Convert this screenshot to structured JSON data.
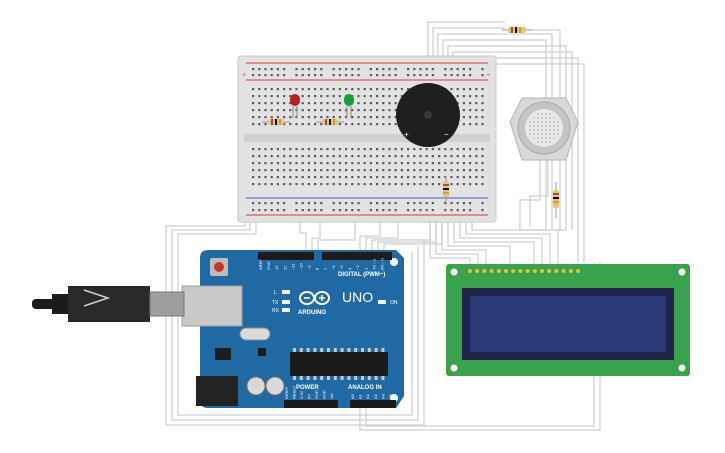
{
  "board": {
    "brand": "ARDUINO",
    "model": "UNO",
    "digital_header_label": "DIGITAL (PWM~)",
    "power_label": "POWER",
    "analog_label": "ANALOG IN",
    "power_pins": [
      "IOREF",
      "RESET",
      "3.3V",
      "5V",
      "GND",
      "GND",
      "Vin"
    ],
    "analog_pins": [
      "A0",
      "A1",
      "A2",
      "A3",
      "A4",
      "A5"
    ],
    "digital_pins": [
      "AREF",
      "GND",
      "13",
      "12",
      "~11",
      "~10",
      "~9",
      "8",
      "7",
      "~6",
      "~5",
      "4",
      "~3",
      "2",
      "TX→1",
      "RX←0"
    ],
    "led_labels": {
      "l": "L",
      "tx": "TX",
      "rx": "RX",
      "on": "ON"
    }
  },
  "buzzer": {
    "plus": "+",
    "minus": "−"
  },
  "breadboard": {
    "rail_plus": "+",
    "rail_minus": "−"
  },
  "colors": {
    "board": "#2169a3",
    "board_dark": "#1b5a8c",
    "lcd_pcb": "#3aa14d",
    "lcd_screen": "#2b3a78",
    "breadboard": "#e2e2e2",
    "rail_red": "#d83a3a",
    "rail_blue": "#3a5ed8",
    "wire": "#cfcfcf",
    "led_red": "#b3261e",
    "led_green": "#1e9a3c"
  },
  "icons": [
    "usb-cable-icon",
    "arduino-logo-icon",
    "gas-sensor-icon",
    "buzzer-icon",
    "resistor-icon",
    "led-icon"
  ]
}
